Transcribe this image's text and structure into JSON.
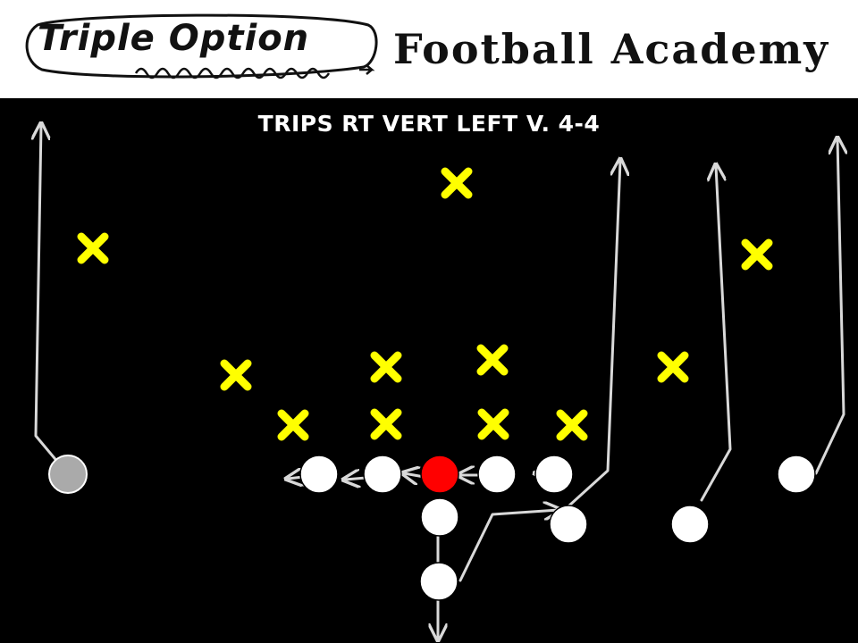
{
  "header": {
    "logo_script_text": "Triple Option",
    "logo_right_text": "Football Academy"
  },
  "play": {
    "title": "TRIPS RT VERT LEFT V. 4-4"
  },
  "colors": {
    "background": "#000000",
    "header_bg": "#ffffff",
    "defender": "#ffff00",
    "defender_outline": "#000000",
    "offense": "#ffffff",
    "center": "#ff0000",
    "split_end": "#aaaaaa",
    "route": "#d9d9d9"
  },
  "icons": {
    "defender": "x-mark-icon",
    "offense": "circle-icon",
    "route_end": "arrow-head-icon"
  }
}
